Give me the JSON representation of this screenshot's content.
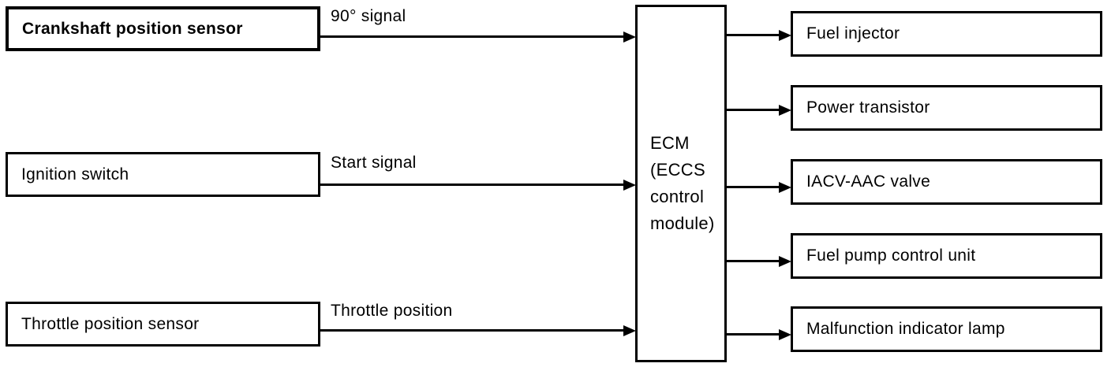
{
  "colors": {
    "ink": "#000000",
    "paper": "#ffffff"
  },
  "diagram": {
    "inputs": [
      {
        "label": "Crankshaft position sensor",
        "signal": "90° signal"
      },
      {
        "label": "Ignition switch",
        "signal": "Start signal"
      },
      {
        "label": "Throttle position sensor",
        "signal": "Throttle position"
      }
    ],
    "controller": {
      "name": "ECM (ECCS control module)",
      "lines": "ECM\n(ECCS\ncontrol\nmodule)"
    },
    "outputs": [
      {
        "label": "Fuel injector"
      },
      {
        "label": "Power transistor"
      },
      {
        "label": "IACV-AAC valve"
      },
      {
        "label": "Fuel pump control unit"
      },
      {
        "label": "Malfunction indicator lamp"
      }
    ]
  }
}
